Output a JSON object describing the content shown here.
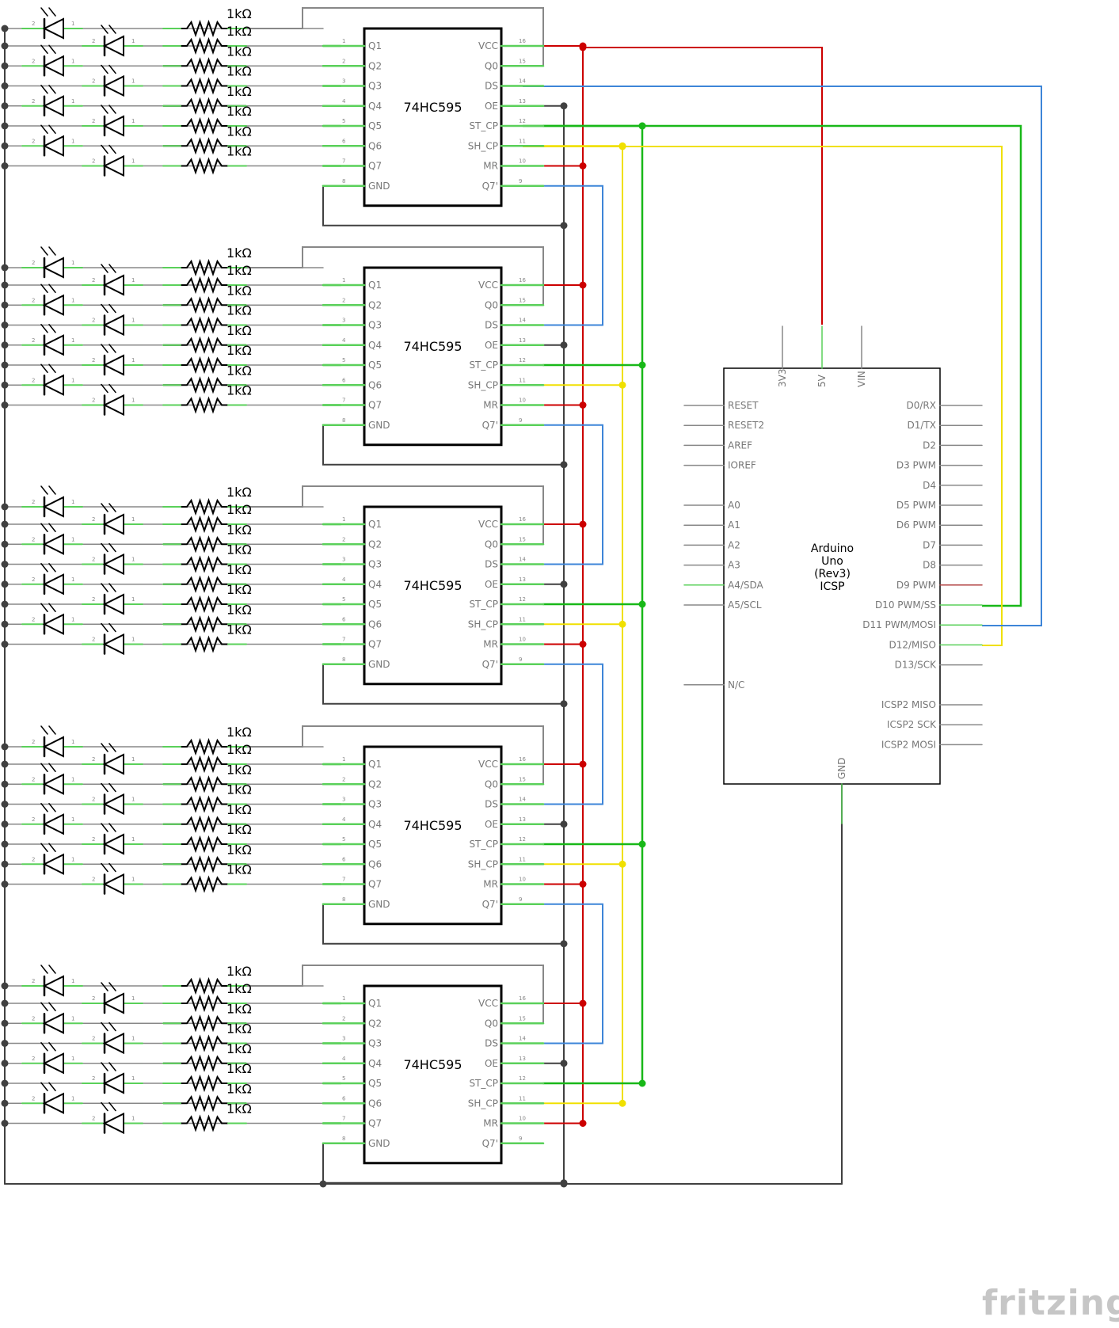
{
  "chips": {
    "name": "74HC595",
    "left_pins": [
      "Q1",
      "Q2",
      "Q3",
      "Q4",
      "Q5",
      "Q6",
      "Q7",
      "GND"
    ],
    "left_nums": [
      "1",
      "2",
      "3",
      "4",
      "5",
      "6",
      "7",
      "8"
    ],
    "right_pins": [
      "VCC",
      "Q0",
      "DS",
      "OE",
      "ST_CP",
      "SH_CP",
      "MR",
      "Q7'"
    ],
    "right_nums": [
      "16",
      "15",
      "14",
      "13",
      "12",
      "11",
      "10",
      "9"
    ],
    "count": 5
  },
  "resistor_label": "1kΩ",
  "led_pin_a": "2",
  "led_pin_b": "1",
  "arduino": {
    "title_lines": [
      "Arduino",
      "Uno",
      "(Rev3)",
      "ICSP"
    ],
    "top_pins": [
      "3V3",
      "5V",
      "VIN"
    ],
    "left_pins": [
      "RESET",
      "RESET2",
      "AREF",
      "IOREF",
      "",
      "A0",
      "A1",
      "A2",
      "A3",
      "A4/SDA",
      "A5/SCL",
      "",
      "",
      "",
      "N/C"
    ],
    "right_pins": [
      "D0/RX",
      "D1/TX",
      "D2",
      "D3 PWM",
      "D4",
      "D5 PWM",
      "D6 PWM",
      "D7",
      "D8",
      "D9 PWM",
      "D10 PWM/SS",
      "D11 PWM/MOSI",
      "D12/MISO",
      "D13/SCK",
      "",
      "ICSP2 MISO",
      "ICSP2 SCK",
      "ICSP2 MOSI"
    ],
    "bottom_pin": "GND"
  },
  "logo": "fritzing",
  "colors": {
    "vcc": "#cc0000",
    "data": "#3d85d8",
    "latch": "#18b818",
    "clock": "#f0e000",
    "gnd": "#404040",
    "signal": "#888888",
    "pin": "#5ad05a"
  }
}
